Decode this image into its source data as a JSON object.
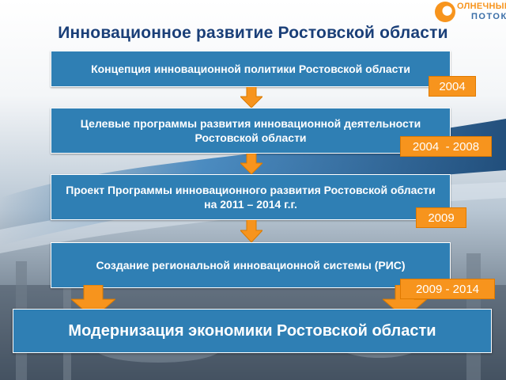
{
  "title": "Инновационное развитие Ростовской области",
  "logo": {
    "line1": "ОЛНЕЧНЫЙ",
    "line2": "ПОТОК"
  },
  "steps": [
    {
      "label": "Концепция инновационной политики Ростовской области",
      "period": "2004"
    },
    {
      "label": "Целевые программы развития инновационной деятельности Ростовской области",
      "period": "2004  - 2008"
    },
    {
      "label": "Проект Программы инновационного развития Ростовской области на 2011 – 2014 г.г.",
      "period": "2009"
    },
    {
      "label": "Создание региональной инновационной системы (РИС)",
      "period": "2009 - 2014"
    }
  ],
  "result": {
    "label": "Модернизация экономики Ростовской области"
  },
  "colors": {
    "box": "#2f7fb4",
    "accent": "#f7941d",
    "title": "#1a3f78"
  }
}
